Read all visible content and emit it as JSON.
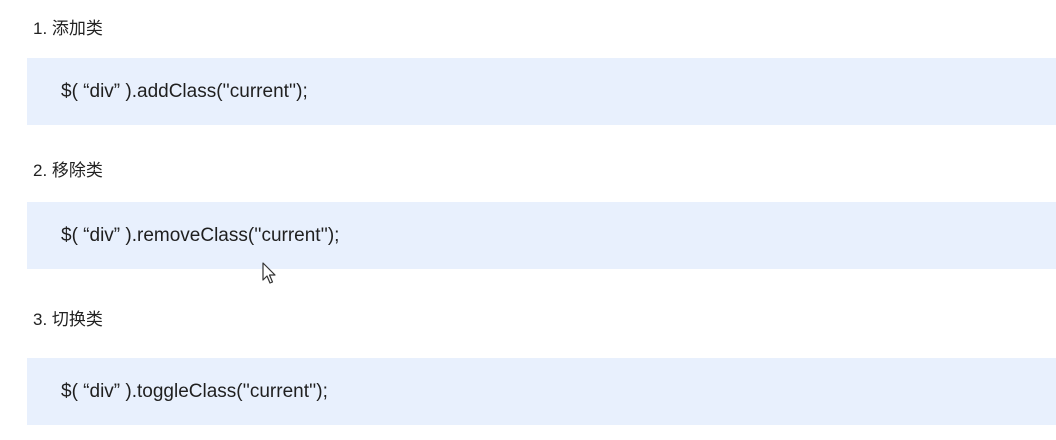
{
  "sections": [
    {
      "heading": "1. 添加类",
      "code": "$( “div” ).addClass(''current'');"
    },
    {
      "heading": "2.  移除类",
      "code": "$( “div” ).removeClass(''current'');"
    },
    {
      "heading": "3.  切换类",
      "code": "$( “div” ).toggleClass(''current'');"
    }
  ],
  "icons": {
    "cursor": "mouse-pointer-icon"
  }
}
